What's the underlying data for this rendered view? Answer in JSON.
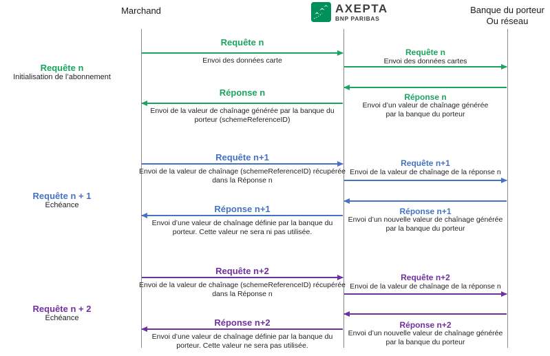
{
  "actors": {
    "merchant": "Marchand",
    "gateway": {
      "brand": "AXEPTA",
      "sub": "BNP PARIBAS"
    },
    "bank_line1": "Banque du porteur",
    "bank_line2": "Ou réseau"
  },
  "colors": {
    "green": "#1ca45f",
    "blue": "#4472c4",
    "purple": "#7030a0",
    "lifeline_gray": "#8a8a8a",
    "logo_green": "#00915a"
  },
  "phases": [
    {
      "title": "Requête n",
      "subtitle": "Initialisation de l’abonnement"
    },
    {
      "title": "Requête n + 1",
      "subtitle": "Echéance"
    },
    {
      "title": "Requête n + 2",
      "subtitle": "Echéance"
    }
  ],
  "mid_messages": [
    {
      "title": "Requête n",
      "desc": "Envoi des données carte",
      "direction": "right"
    },
    {
      "title": "Réponse n",
      "desc": "Envoi de la valeur de chaînage générée par la banque du porteur (schemeReferenceID)",
      "direction": "left"
    },
    {
      "title": "Requête n+1",
      "desc": "Envoi de la valeur de chaînage (schemeReferenceID) récupérée dans la Réponse n",
      "direction": "right"
    },
    {
      "title": "Réponse n+1",
      "desc": "Envoi d’une valeur de chaînage définie par la banque du porteur. Cette valeur ne sera ni pas utilisée.",
      "direction": "left"
    },
    {
      "title": "Requête n+2",
      "desc": "Envoi de la valeur de chaînage (schemeReferenceID) récupérée dans la Réponse n",
      "direction": "right"
    },
    {
      "title": "Réponse n+2",
      "desc": "Envoi d’une valeur de chaînage définie par la banque du porteur. Cette valeur ne sera pas utilisée.",
      "direction": "left"
    }
  ],
  "right_messages": [
    {
      "title": "Requête n",
      "desc": "Envoi des données cartes",
      "direction": "right"
    },
    {
      "title": "Réponse n",
      "desc": "Envoi d’un valeur de chaînage générée par la banque du porteur",
      "direction": "left"
    },
    {
      "title": "Requête n+1",
      "desc": "Envoi de la valeur de chaînage de la réponse n",
      "direction": "right"
    },
    {
      "title": "Réponse n+1",
      "desc": "Envoi d’un nouvelle valeur de chaînage générée par la banque du porteur",
      "direction": "left"
    },
    {
      "title": "Requête n+2",
      "desc": "Envoi de la valeur de chaînage de la réponse n",
      "direction": "right"
    },
    {
      "title": "Réponse n+2",
      "desc": "Envoi d’un nouvelle valeur de chaînage générée par la banque du porteur",
      "direction": "left"
    }
  ]
}
